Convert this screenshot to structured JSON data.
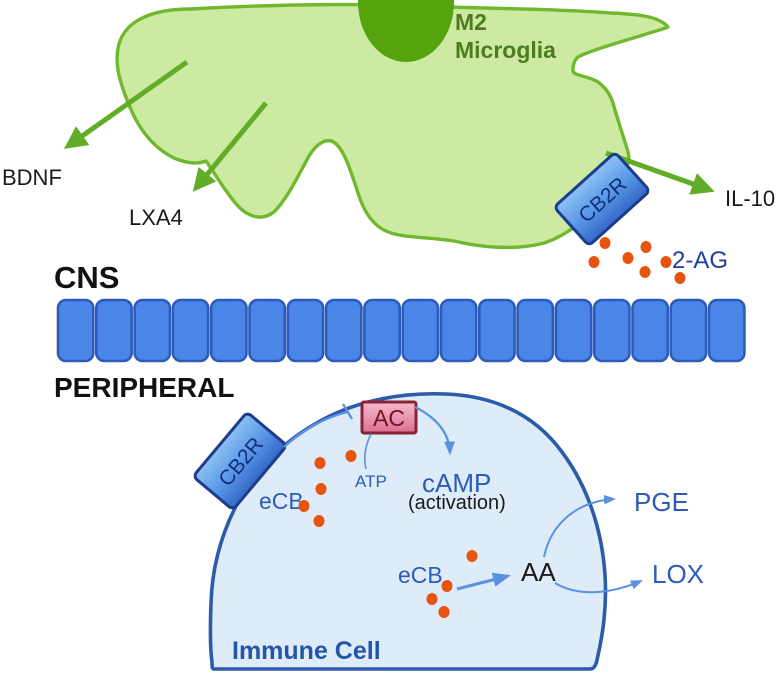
{
  "cns_label": "CNS",
  "peripheral_label": "PERIPHERAL",
  "microglia": {
    "name_line1": "M2",
    "name_line2": "Microglia",
    "receptor_label": "CB2R",
    "bdnf_label": "BDNF",
    "lxa4_label": "LXA4",
    "il10_label": "IL-10",
    "two_ag_label": "2-AG",
    "released_dot_count": 7
  },
  "immune": {
    "cell_label": "Immune Cell",
    "receptor_label": "CB2R",
    "ac_label": "AC",
    "atp_label": "ATP",
    "camp_label": "cAMP",
    "activation_label": "(activation)",
    "ecb_label_1": "eCB",
    "ecb_label_2": "eCB",
    "aa_label": "AA",
    "pge_label": "PGE",
    "lox_label": "LOX",
    "ecb_cluster1_dot_count": 5,
    "ecb_cluster2_dot_count": 4
  },
  "barrier": {
    "block_count": 18
  },
  "colors": {
    "microglia_fill": "#cdeaa3",
    "microglia_stroke": "#70b82d",
    "m2_cap_fill": "#55a30d",
    "m2_text": "#4d7c20",
    "green_arrow": "#62ad27",
    "barrier_fill": "#4a86e8",
    "barrier_stroke": "#2e5bb7",
    "receptor_stroke": "#1d3d8c",
    "receptor_text": "#122f7a",
    "orange_dot": "#e8530e",
    "immune_fill": "#ddecf8",
    "immune_stroke": "#2b5ba9",
    "ac_stroke": "#8c2133",
    "blue_text": "#2a5cb8",
    "dark_blue_text": "#1f3f9f",
    "blue_arrow": "#5b92e0",
    "black_text": "#1a1a1a"
  }
}
